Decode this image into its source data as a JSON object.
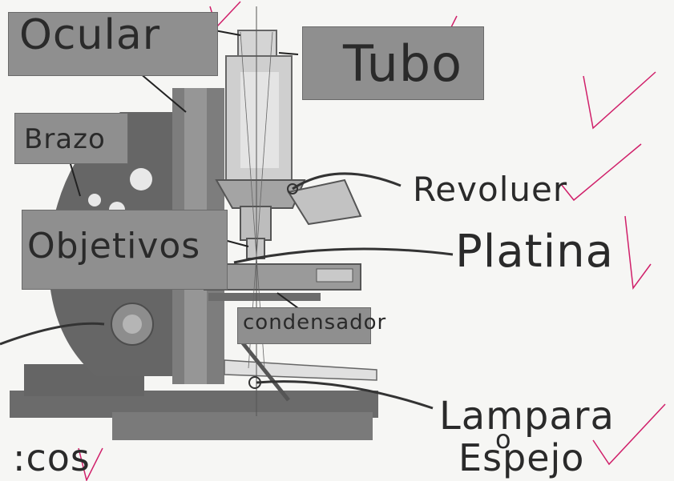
{
  "labels": {
    "ocular": "Ocular",
    "tubo": "Tubo",
    "brazo": "Brazo",
    "revolver": "Revoluer",
    "objetivos": "Objetivos",
    "platina": "Platina",
    "condensador": "condensador",
    "lampara": "Lampara",
    "o": "o",
    "espejo": "Espejo",
    "cutoff": ":cos"
  },
  "colors": {
    "label_box": "#8f8f8f",
    "check_marks": "#d0206a",
    "ink": "#2a2a2a",
    "microscope_dark": "#5d5d5d",
    "microscope_mid": "#8a8a8a",
    "microscope_light": "#c9c9c9"
  }
}
